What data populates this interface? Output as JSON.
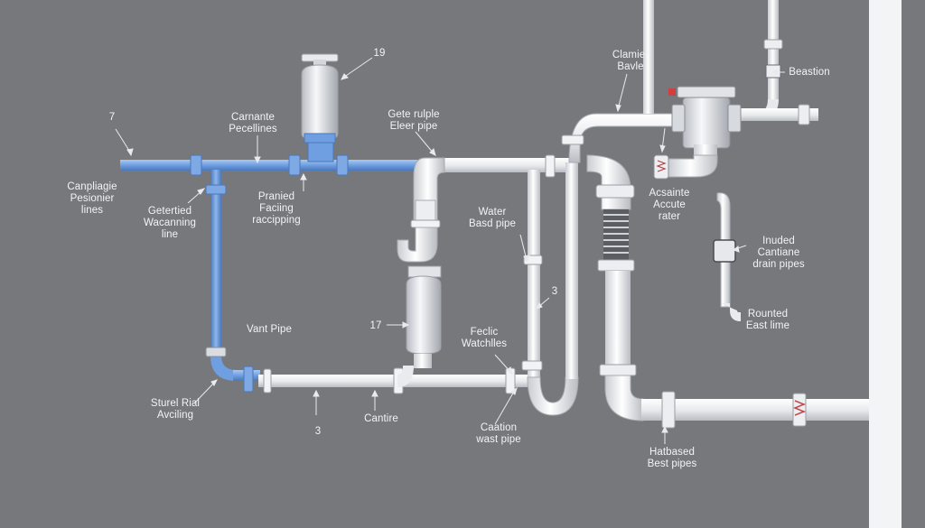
{
  "labels": {
    "n7": "7",
    "n19": "19",
    "cantilever_lines": "Canpliagie\nPesionier\nlines",
    "carnante_pecellines": "Carnante\nPecellines",
    "getertied_line": "Getertied\nWacanning\nline",
    "pranied_facking": "Pranied\nFaciing\nraccipping",
    "gete_rulple": "Gete rulple\nEleer pipe",
    "clamier_bavle": "Clamier\nBavle",
    "beastion": "Beastion",
    "water_bast": "Water\nBasd pipe",
    "acsainte": "Acsainte\nAccute\nrater",
    "inuded_drain": "Inuded\nCantiane\ndrain pipes",
    "n3_right": "3",
    "vant_pipe": "Vant Pipe",
    "n17": "17",
    "feclic": "Feclic\nWatchlles",
    "rounted": "Rounted\nEast lime",
    "sturel_rial": "Sturel Rial\nAvciling",
    "n3_bottom": "3",
    "cantire": "Cantire",
    "caation_wast": "Caation\nwast pipe",
    "hatbased_best": "Hatbased\nBest pipes"
  },
  "colors": {
    "background": "#77787c",
    "blue_pipe": "#6f9fe0",
    "white_pipe": "#eef0f3",
    "label_text": "#f2f3f5",
    "valve_red": "#d04040"
  }
}
